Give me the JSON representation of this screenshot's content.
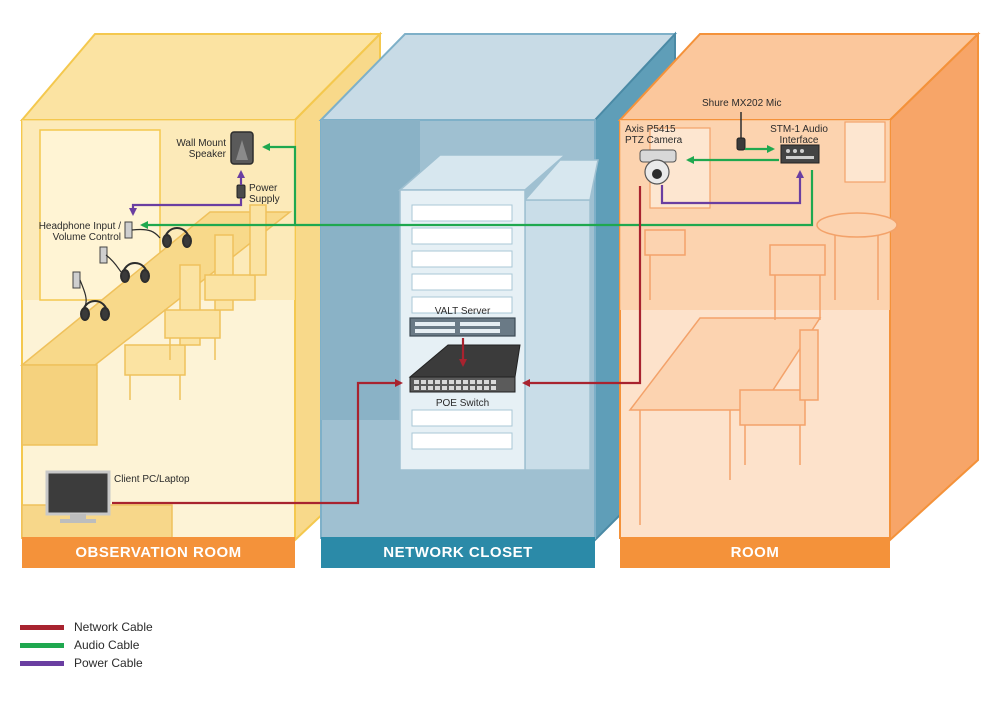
{
  "rooms": {
    "observation": "OBSERVATION ROOM",
    "network": "NETWORK CLOSET",
    "room": "ROOM"
  },
  "devices": {
    "wall_speaker": [
      "Wall Mount",
      "Speaker"
    ],
    "power_supply": [
      "Power",
      "Supply"
    ],
    "headphone_input": [
      "Headphone Input /",
      "Volume Control"
    ],
    "client_pc": "Client PC/Laptop",
    "valt_server": "VALT Server",
    "poe_switch": "POE Switch",
    "camera": [
      "Axis P5415",
      "PTZ Camera"
    ],
    "mic": "Shure MX202 Mic",
    "audio_interface": [
      "STM-1 Audio",
      "Interface"
    ]
  },
  "legend": [
    {
      "label": "Network Cable",
      "color": "#a8232f"
    },
    {
      "label": "Audio Cable",
      "color": "#1fa84f"
    },
    {
      "label": "Power Cable",
      "color": "#6a3ea1"
    }
  ],
  "colors": {
    "observation_banner": "#f4923a",
    "network_banner": "#2b8aa8",
    "room_banner": "#f4923a"
  },
  "icons": [
    "speaker-icon",
    "power-supply-icon",
    "headphones-icon",
    "monitor-icon",
    "server-icon",
    "switch-icon",
    "camera-icon",
    "microphone-icon",
    "audio-interface-icon"
  ]
}
